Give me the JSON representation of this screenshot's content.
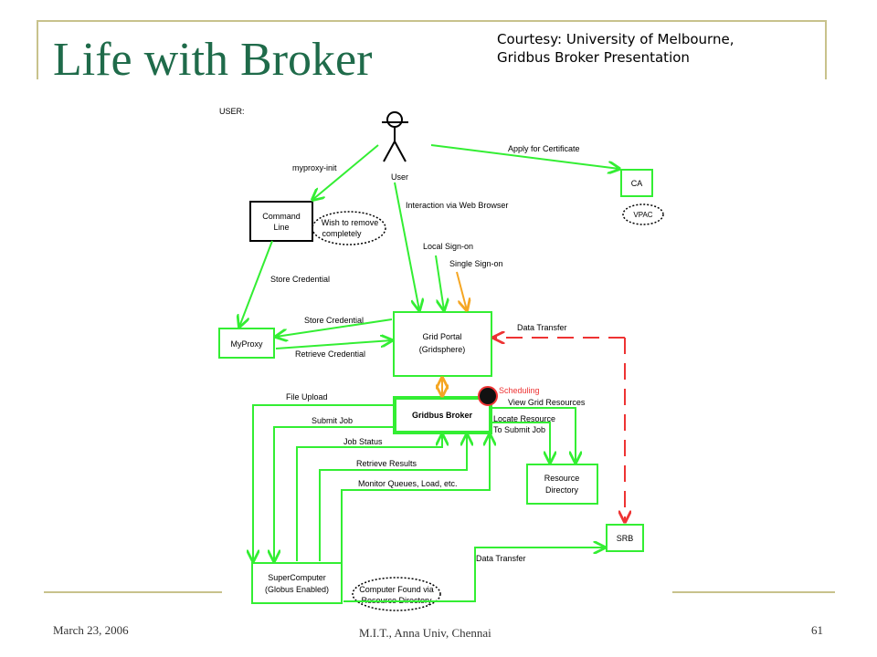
{
  "slide": {
    "title": "Life with Broker",
    "courtesy_line1": "Courtesy: University of Melbourne,",
    "courtesy_line2": "Gridbus Broker Presentation",
    "footer_date": "March 23, 2006",
    "footer_center": "M.I.T., Anna Univ, Chennai",
    "footer_page": "61"
  },
  "diagram": {
    "section_label": "USER:",
    "actor_label": "User",
    "nodes": {
      "command_line": [
        "Command",
        "Line"
      ],
      "ca": "CA",
      "vpac": "VPAC",
      "wish": [
        "Wish to remove",
        "completely"
      ],
      "myproxy": "MyProxy",
      "grid_portal": [
        "Grid Portal",
        "(Gridsphere)"
      ],
      "gridbus_broker": "Gridbus Broker",
      "resource_directory": [
        "Resource",
        "Directory"
      ],
      "srb": "SRB",
      "supercomputer": [
        "SuperComputer",
        "(Globus Enabled)"
      ],
      "computer_found": [
        "Computer Found via",
        "Resource Directory"
      ]
    },
    "edges": {
      "apply_cert": "Apply for Certificate",
      "myproxy_init": "myproxy-init",
      "web_browser": "Interaction via Web Browser",
      "local_signon": "Local Sign-on",
      "single_signon": "Single Sign-on",
      "store_credential_1": "Store Credential",
      "store_credential_2": "Store Credential",
      "retrieve_credential": "Retrieve Credential",
      "data_transfer_1": "Data Transfer",
      "scheduling": "Scheduling",
      "view_grid": "View Grid Resources",
      "locate_resource": [
        "Locate Resource",
        "To Submit Job"
      ],
      "file_upload": "File Upload",
      "submit_job": "Submit Job",
      "job_status": "Job Status",
      "retrieve_results": "Retrieve Results",
      "monitor_queues": "Monitor Queues, Load, etc.",
      "data_transfer_2": "Data Transfer"
    },
    "colors": {
      "flow": "#33ee33",
      "signon": "#f5a623",
      "data_transfer": "#ee3333",
      "scheduling": "#ee3333",
      "title": "#1f6b4a"
    }
  }
}
